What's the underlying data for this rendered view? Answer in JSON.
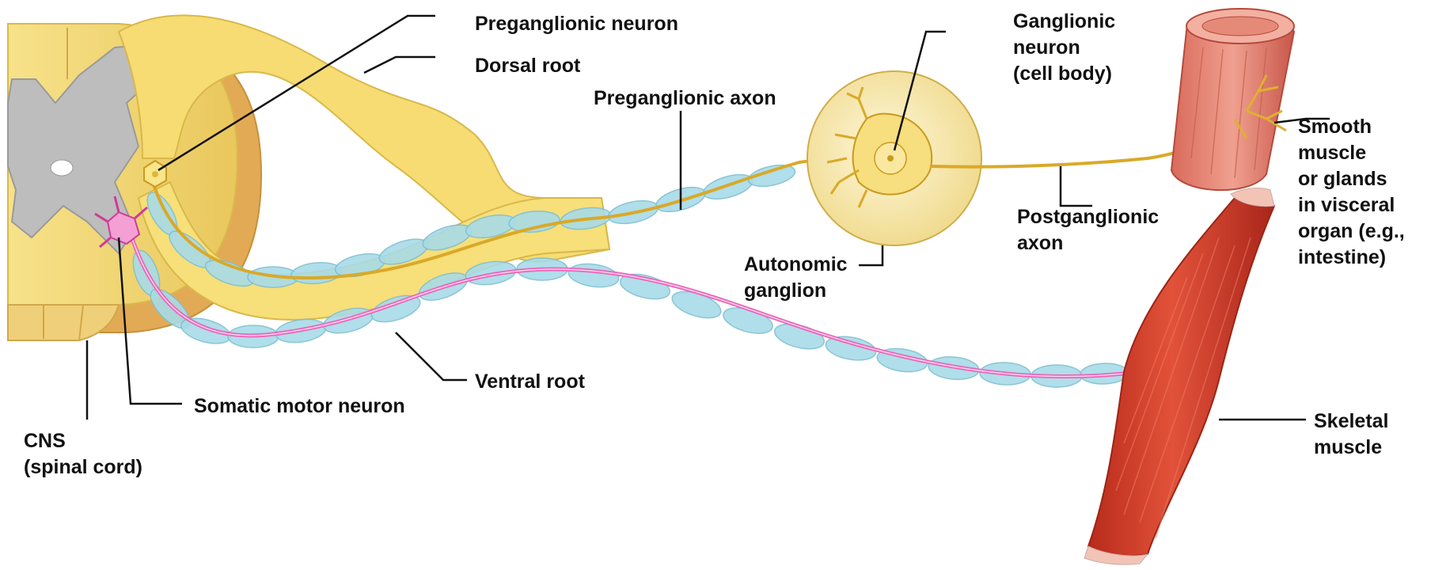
{
  "labels": {
    "preganglionic_neuron": "Preganglionic neuron",
    "dorsal_root": "Dorsal root",
    "preganglionic_axon": "Preganglionic axon",
    "ganglionic_neuron": [
      "Ganglionic",
      "neuron",
      "(cell body)"
    ],
    "smooth_muscle": [
      "Smooth",
      "muscle",
      "or glands",
      "in visceral",
      "organ (e.g.,",
      "intestine)"
    ],
    "postganglionic_axon": [
      "Postganglionic",
      "axon"
    ],
    "autonomic_ganglion": [
      "Autonomic",
      "ganglion"
    ],
    "ventral_root": "Ventral root",
    "somatic_motor_neuron": "Somatic motor neuron",
    "cns": [
      "CNS",
      "(spinal cord)"
    ],
    "skeletal_muscle": [
      "Skeletal",
      "muscle"
    ]
  },
  "colors": {
    "nerve_yellow": "#f6dc72",
    "nerve_edge": "#d9b84a",
    "cord_tan": "#e8b563",
    "gray_matter": "#b9b9b9",
    "myelin_blue": "#a8dbe8",
    "motor_pink": "#e966b8",
    "muscle_red": "#d9402a",
    "smooth_muscle": "#e27a6a",
    "ganglion_fill": "#f8eab0",
    "leader_line": "#111111"
  }
}
